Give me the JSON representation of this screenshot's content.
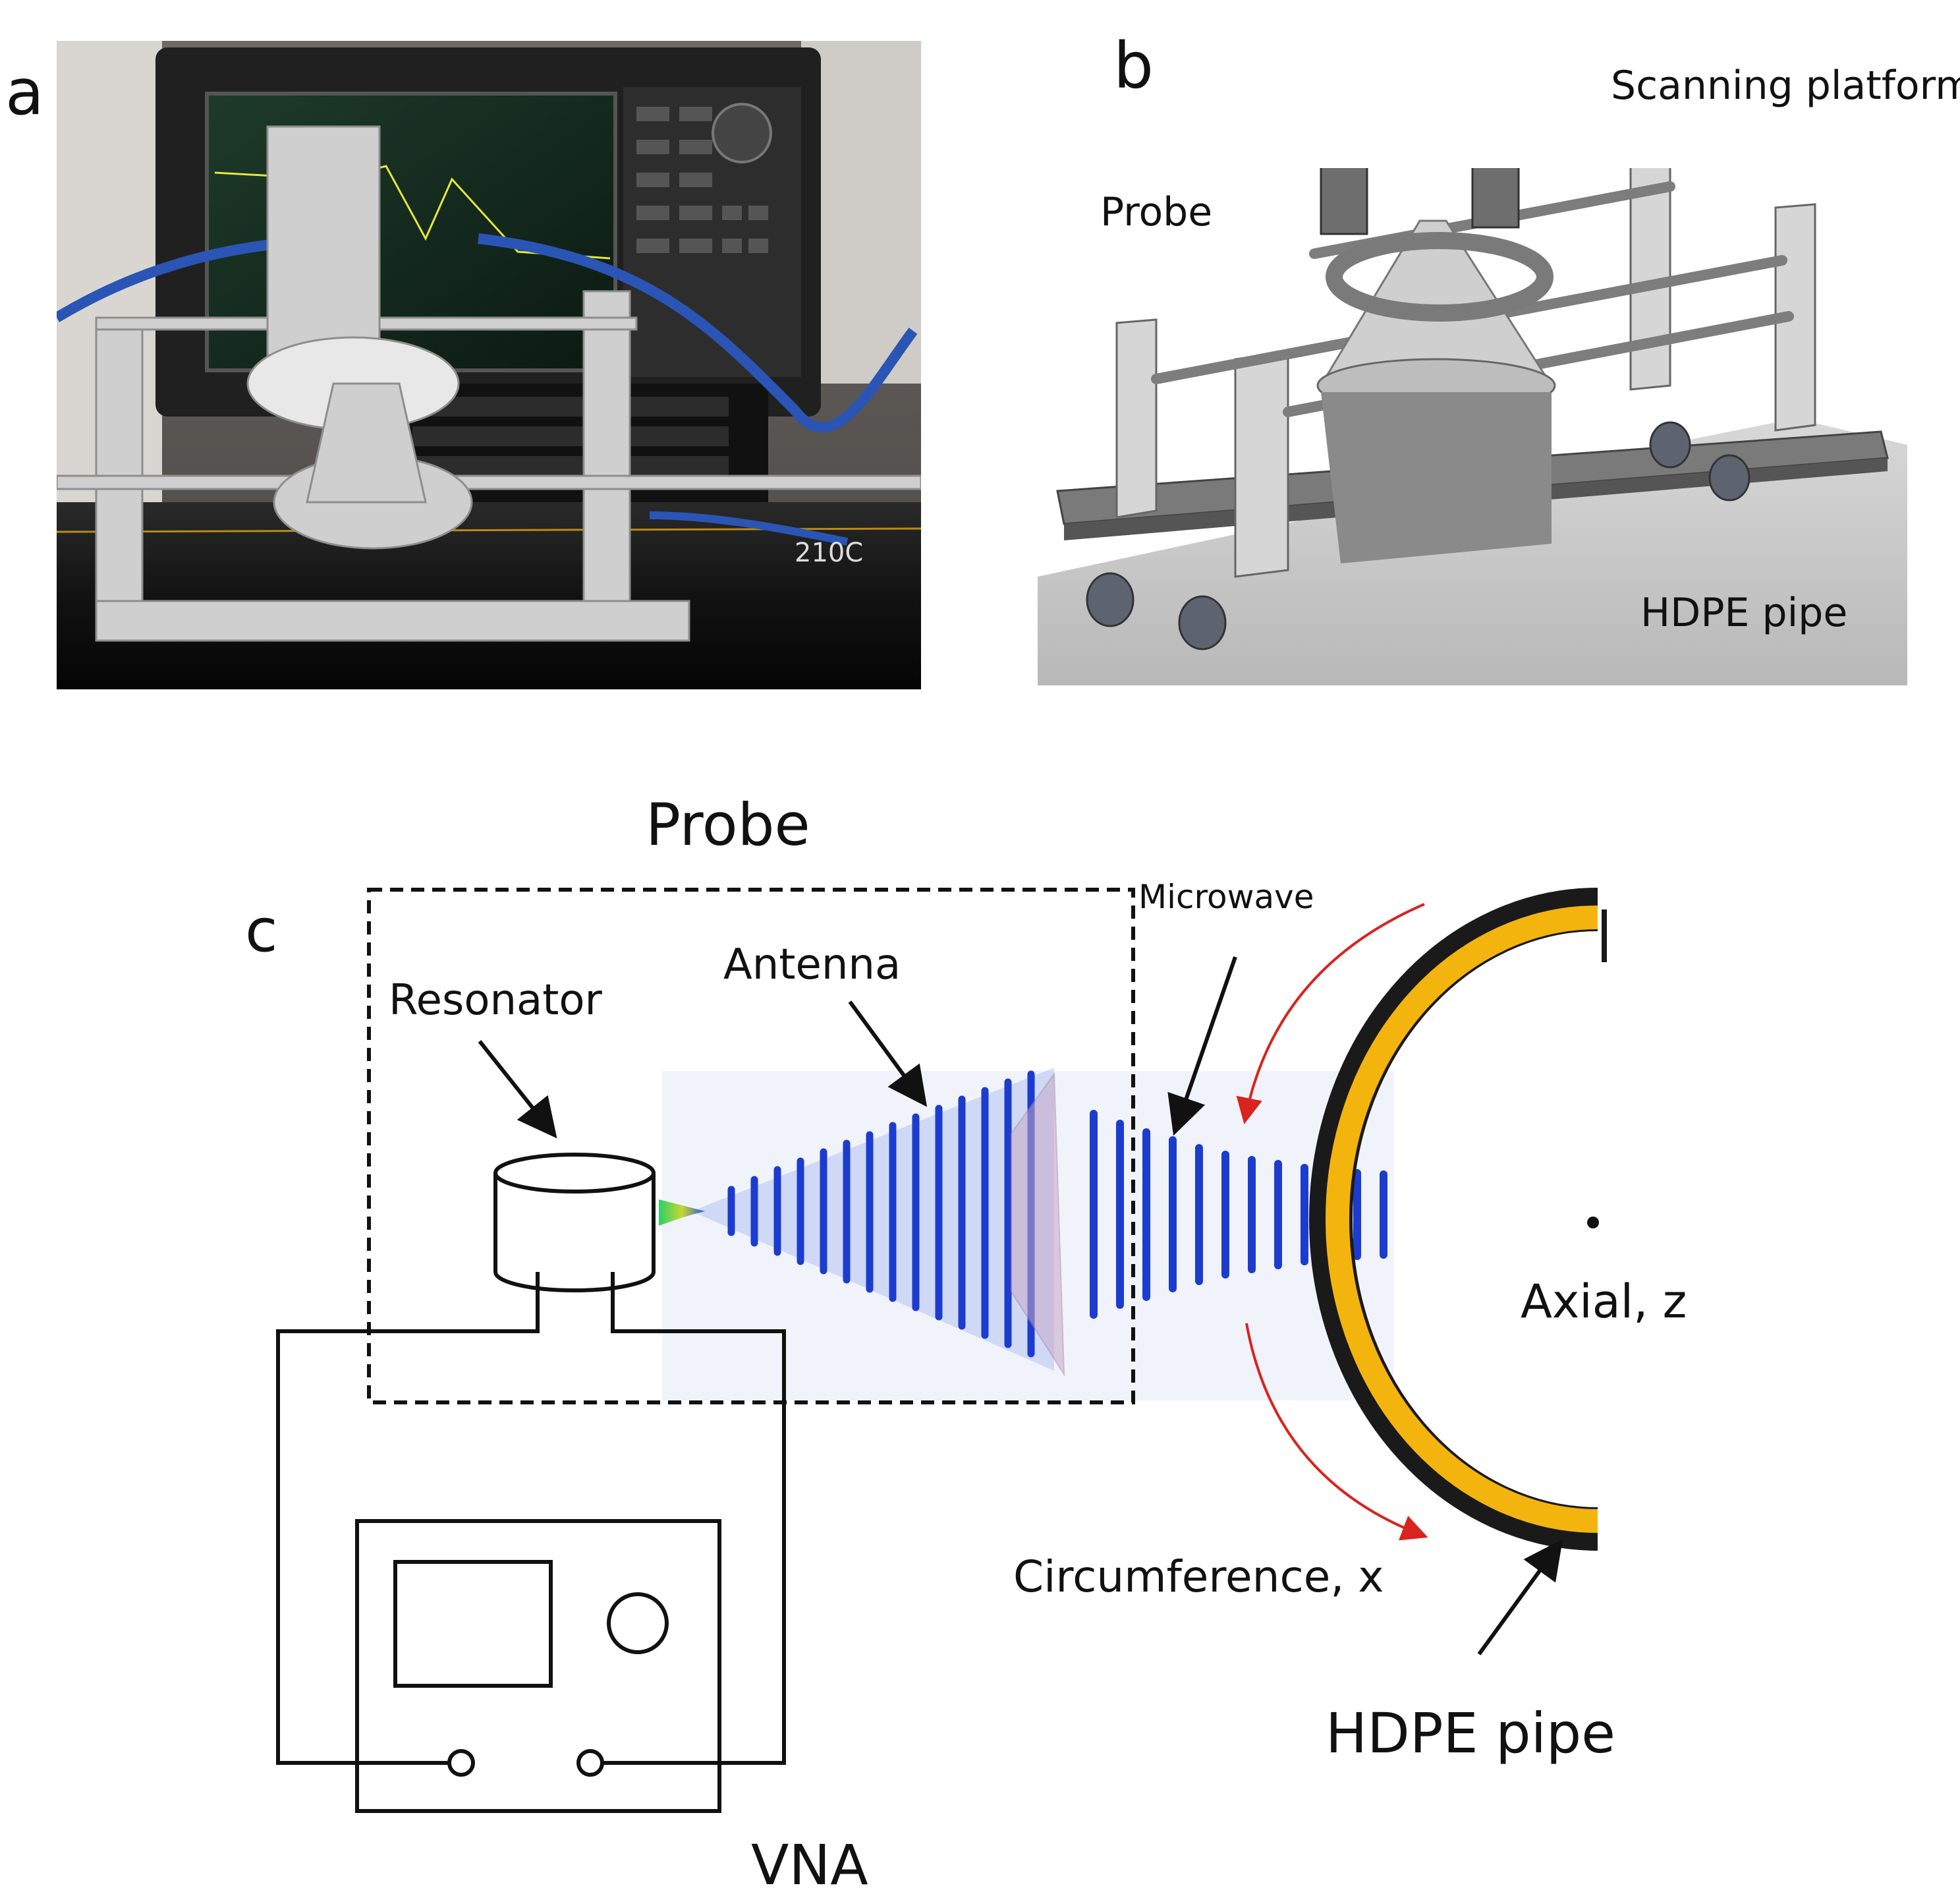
{
  "panels": {
    "a": {
      "letter": "a"
    },
    "b": {
      "letter": "b",
      "labels": {
        "scanning_platform": "Scanning platform",
        "probe": "Probe",
        "hdpe_pipe": "HDPE pipe"
      }
    },
    "c": {
      "letter": "c",
      "labels": {
        "probe": "Probe",
        "microwave": "Microwave",
        "antenna": "Antenna",
        "resonator": "Resonator",
        "axial": "Axial, z",
        "circumference": "Circumference, x",
        "hdpe_pipe": "HDPE pipe",
        "vna": "VNA"
      }
    }
  },
  "colors": {
    "pipe_yellow": "#f4b40e",
    "pipe_black": "#1a1a1a",
    "wave_blue": "#1b3fd0",
    "arrow_red": "#d8231e"
  }
}
